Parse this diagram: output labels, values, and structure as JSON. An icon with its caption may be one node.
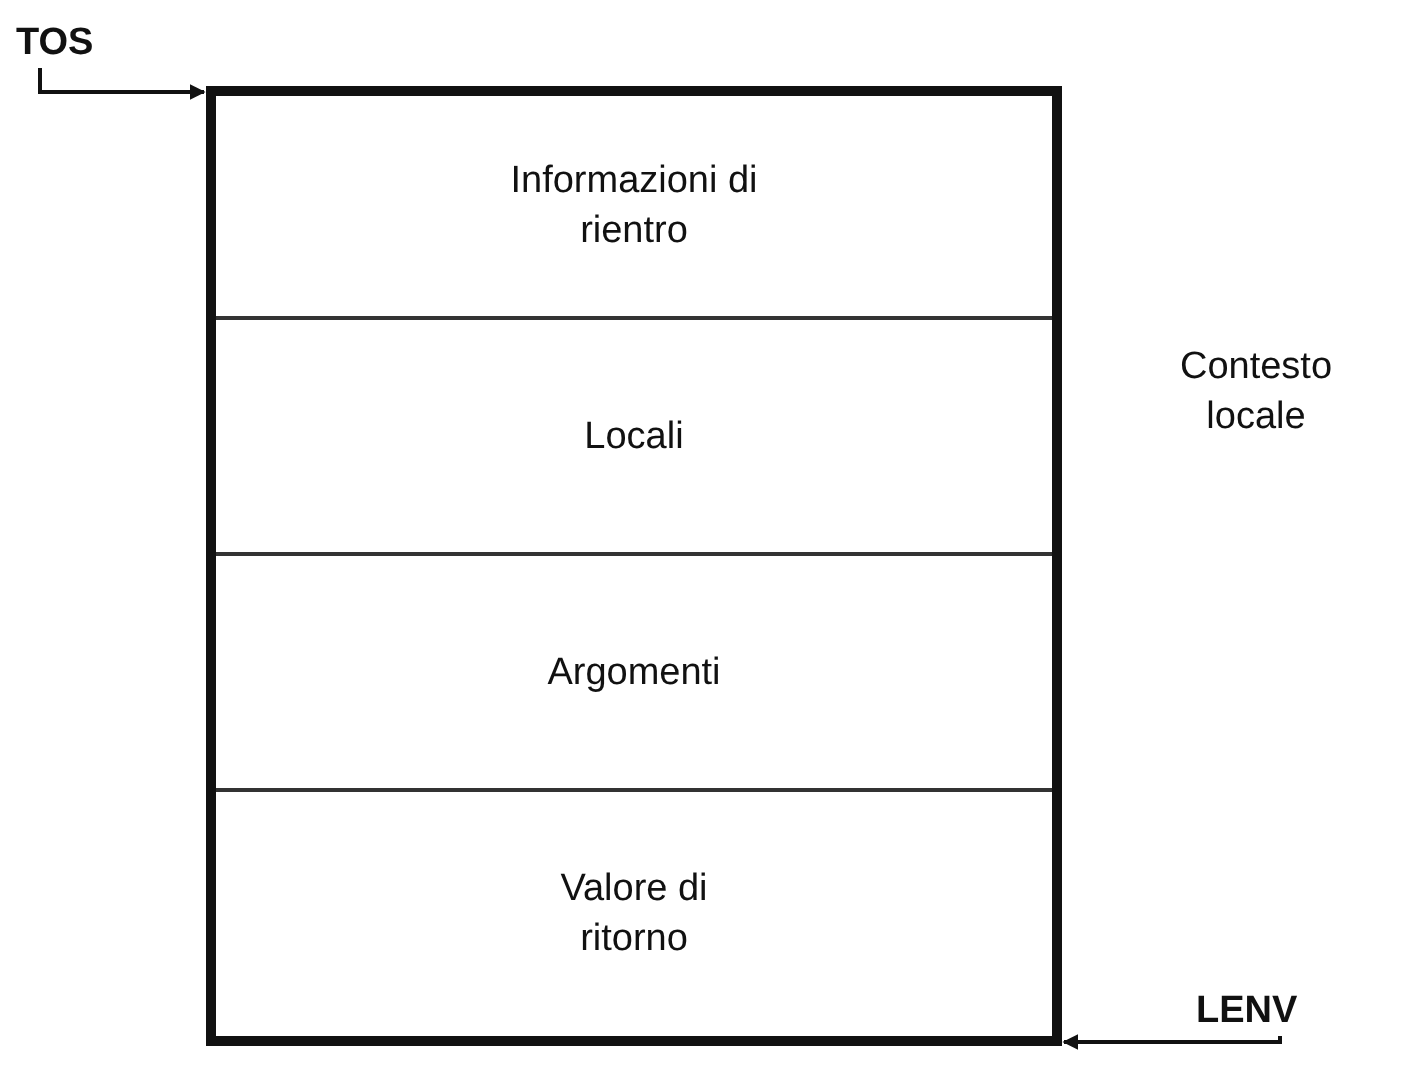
{
  "diagram": {
    "nodes": [
      {
        "text": [],
        "shape": "box",
        "beside": [
          "Contesto locale"
        ]
      },
      {
        "text": [
          "Informazioni di rientro"
        ],
        "in": 0
      },
      {
        "text": [
          "Locali"
        ],
        "in": 0
      },
      {
        "text": [
          "Argomenti"
        ],
        "in": 0
      },
      {
        "text": [
          "Valore di ritorno"
        ],
        "in": 0
      },
      {
        "text": [
          "TOS"
        ]
      },
      {
        "text": [
          "LENV"
        ]
      }
    ],
    "edges": [
      {
        "from": 5,
        "to": 0,
        "arrow": "to"
      },
      {
        "from": 6,
        "to": 0,
        "arrow": "to"
      }
    ]
  }
}
